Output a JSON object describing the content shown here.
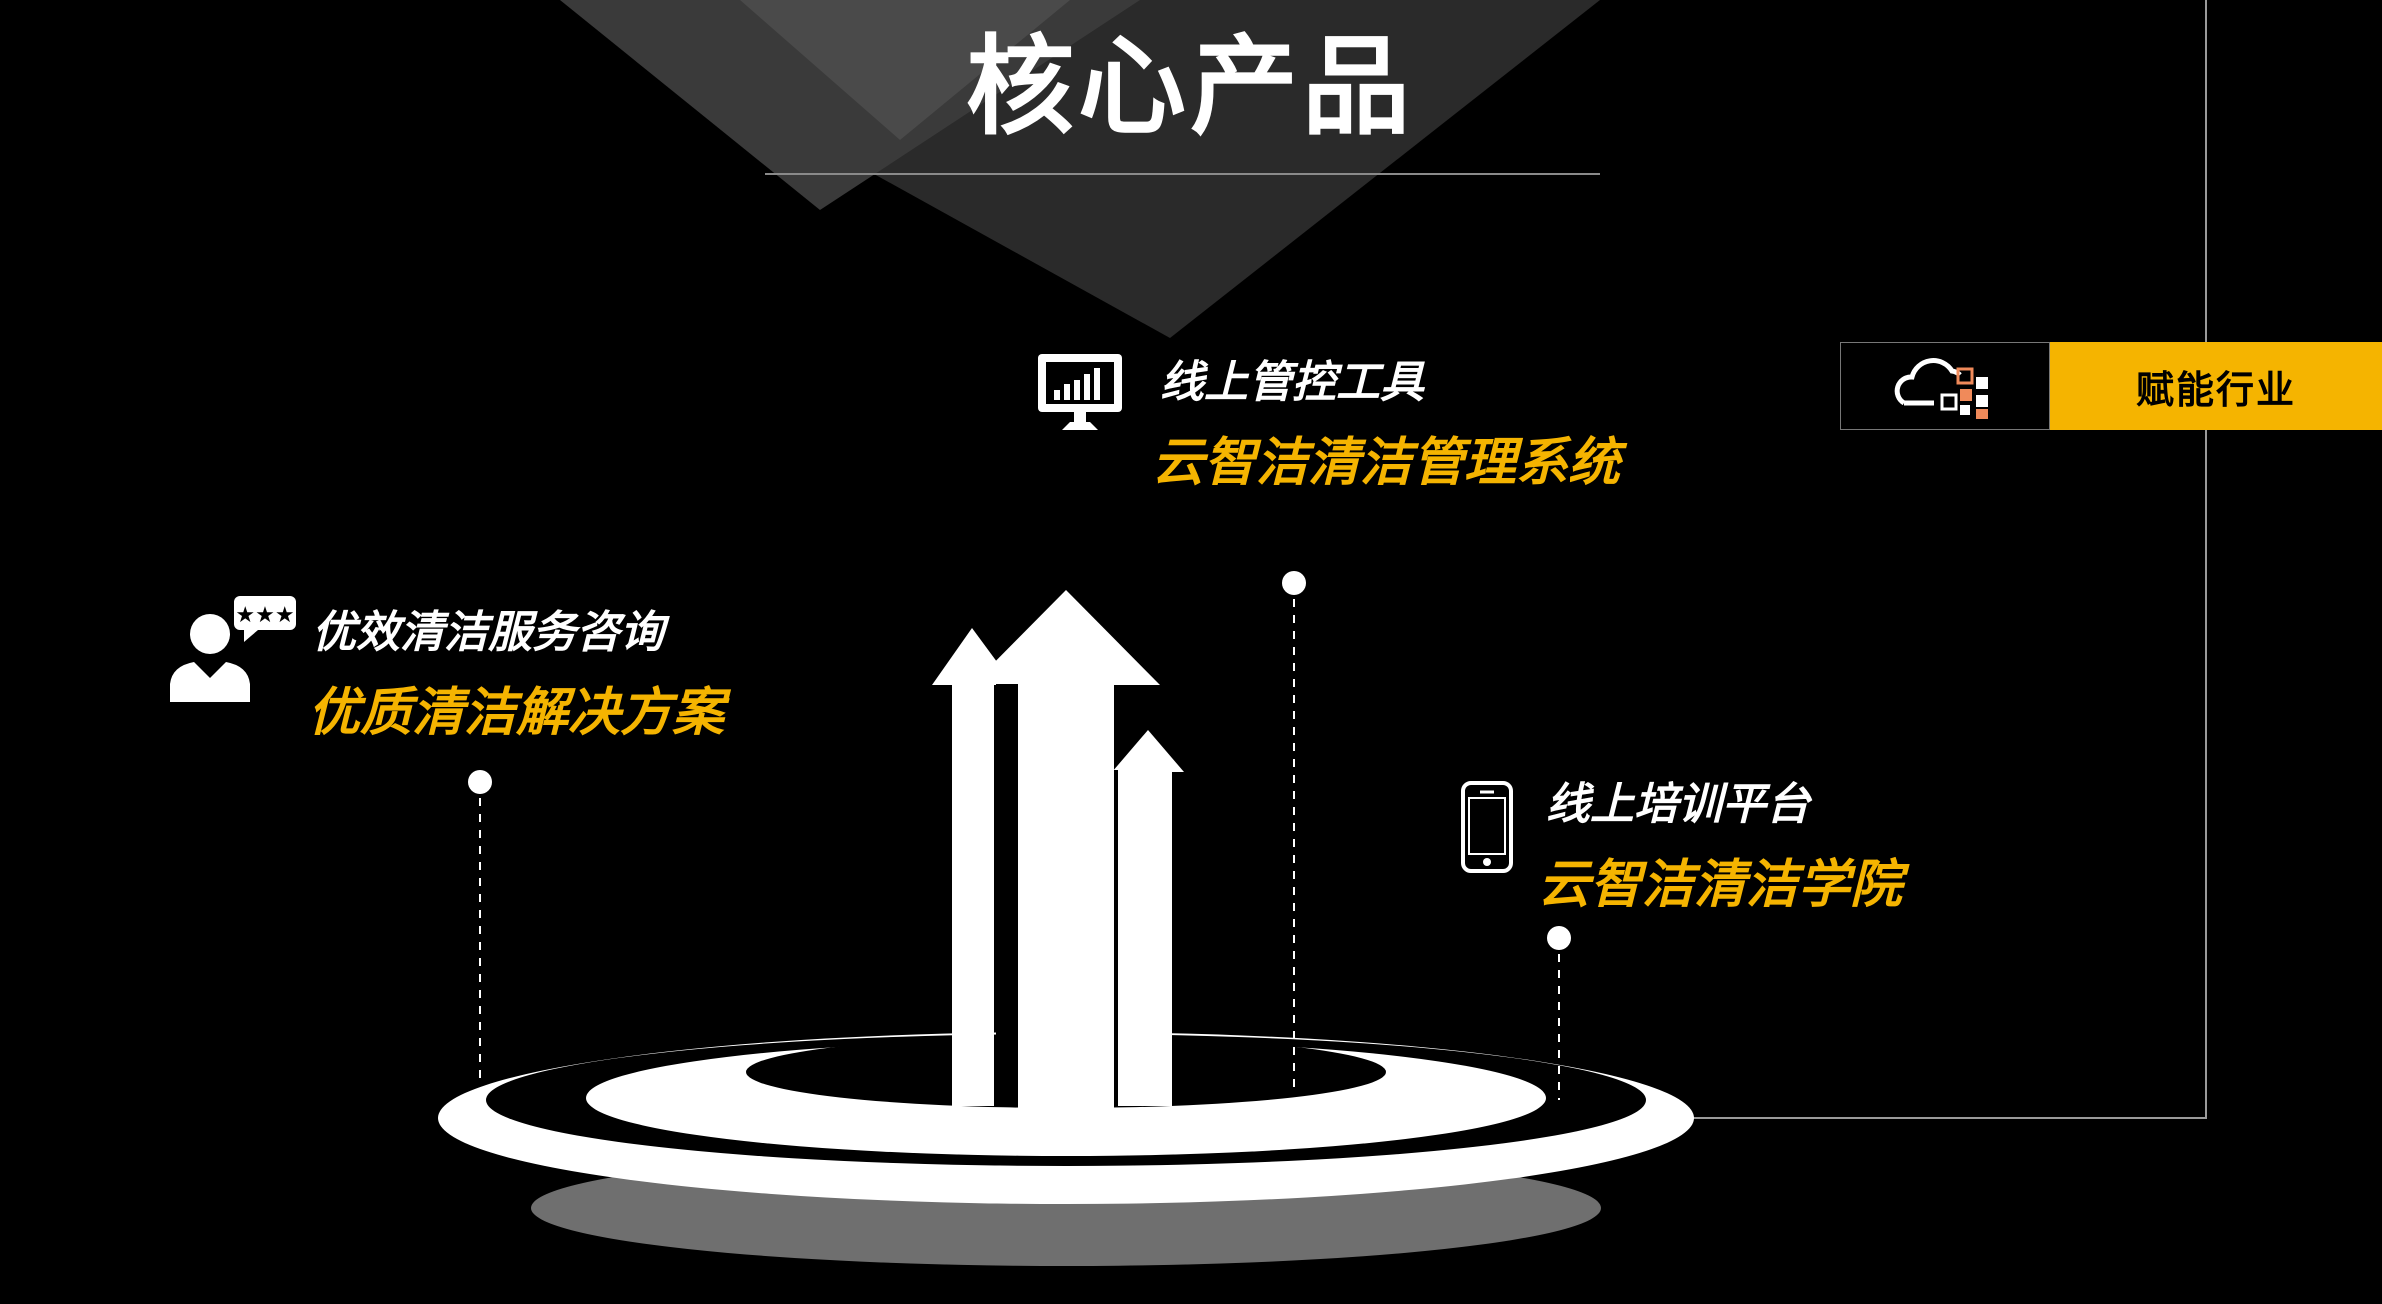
{
  "slide": {
    "title": "核心产品",
    "colors": {
      "background": "#000000",
      "accent": "#f5b400",
      "text": "#ffffff"
    }
  },
  "badge": {
    "label": "赋能行业",
    "icon": "cloud-blocks-icon"
  },
  "products": [
    {
      "icon": "monitor-chart-icon",
      "subtitle": "线上管控工具",
      "name": "云智洁清洁管理系统"
    },
    {
      "icon": "person-chat-icon",
      "subtitle": "优效清洁服务咨询",
      "name": "优质清洁解决方案"
    },
    {
      "icon": "smartphone-icon",
      "subtitle": "线上培训平台",
      "name": "云智洁清洁学院"
    }
  ],
  "center_graphic": {
    "icon": "growth-arrows-on-podium"
  }
}
